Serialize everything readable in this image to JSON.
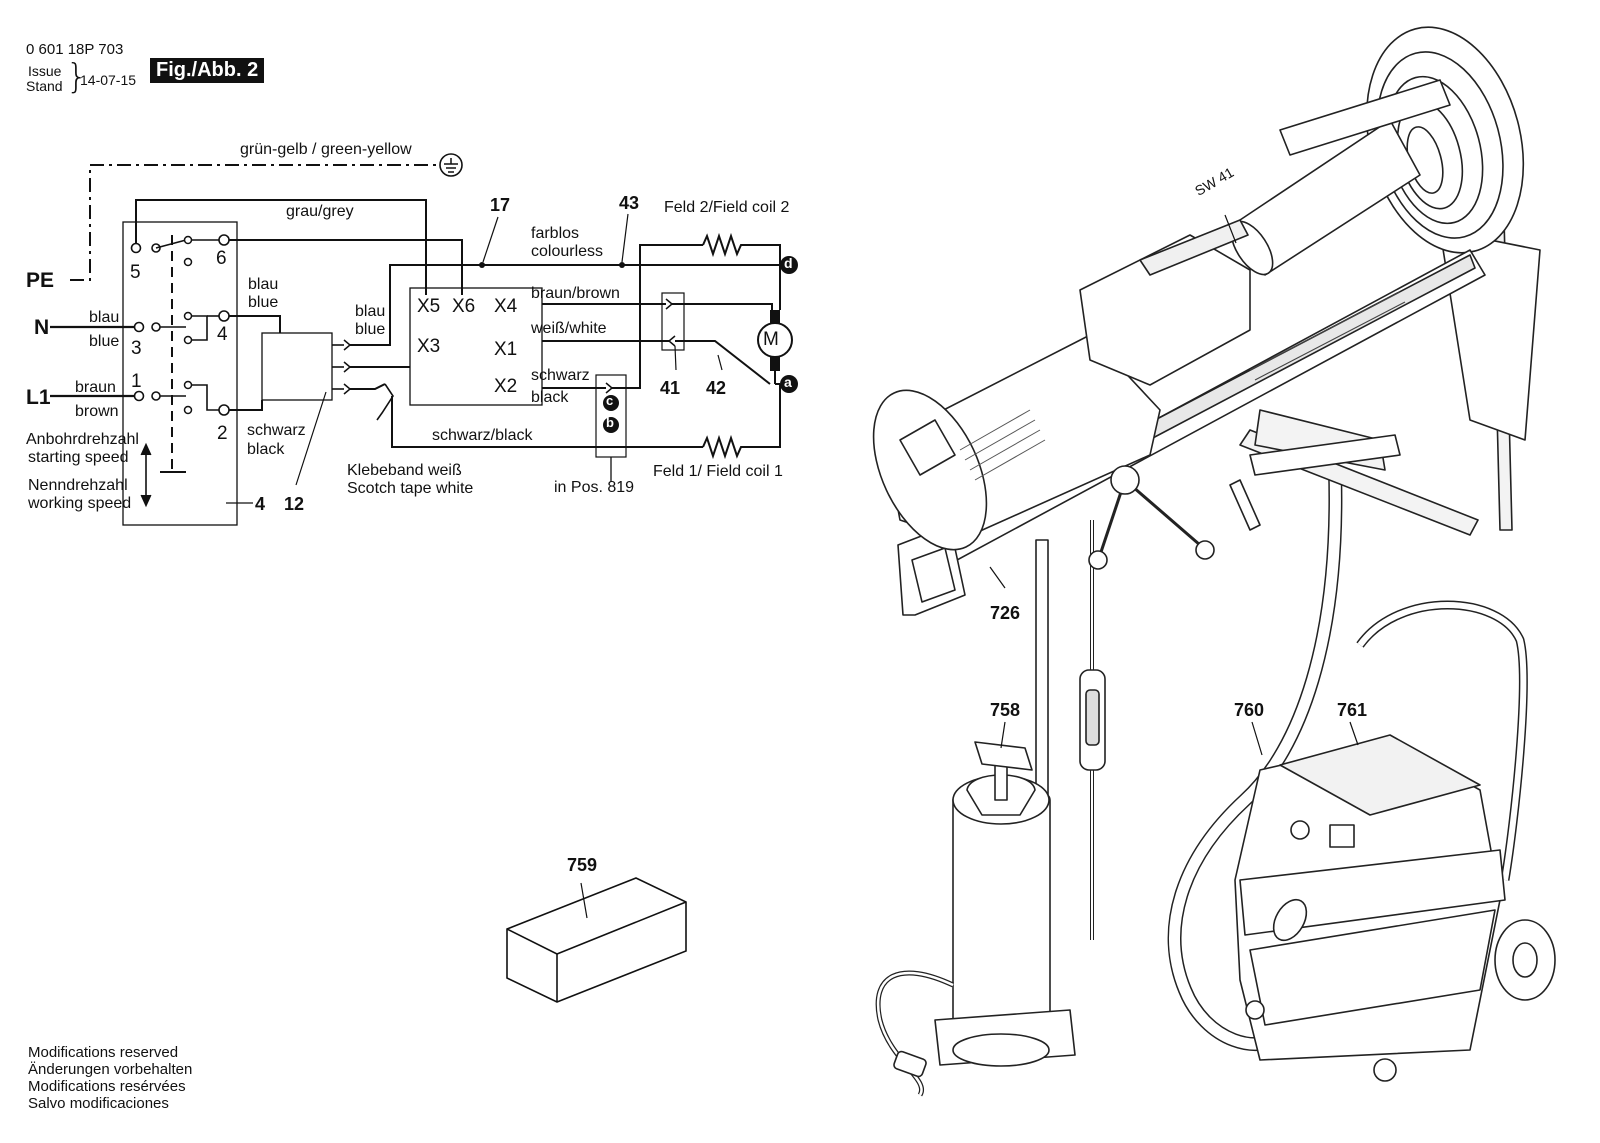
{
  "header": {
    "part_number": "0 601 18P 703",
    "issue_label": "Issue",
    "stand_label": "Stand",
    "date": "14-07-15",
    "figure": "Fig./Abb. 2"
  },
  "wiring": {
    "green_yellow": "grün-gelb / green-yellow",
    "grey": "grau/grey",
    "pe": "PE",
    "n": "N",
    "l1": "L1",
    "blau_1": "blau",
    "blue_1": "blue",
    "braun_1": "braun",
    "brown_1": "brown",
    "blau_2": "blau",
    "blue_2": "blue",
    "blau_3": "blau",
    "blue_3": "blue",
    "schwarz_1": "schwarz",
    "black_1": "black",
    "farblos": "farblos",
    "colourless": "colourless",
    "braun_brown": "braun/brown",
    "weiss_white": "weiß/white",
    "schwarz_2": "schwarz",
    "black_2": "black",
    "schwarz_black": "schwarz/black",
    "field_coil_2": "Feld 2/Field coil 2",
    "field_coil_1": "Feld 1/ Field coil 1",
    "klebeband": "Klebeband weiß",
    "scotch": "Scotch tape white",
    "in_pos": "in Pos. 819",
    "anbohr": "Anbohrdrehzahl",
    "starting": "starting speed",
    "nenn": "Nenndrehzahl",
    "working": "working speed",
    "motor": "M",
    "terminals": [
      "5",
      "6",
      "3",
      "4",
      "1",
      "2"
    ],
    "x_terms": [
      "X5",
      "X6",
      "X4",
      "X3",
      "X1",
      "X2"
    ],
    "markers": [
      "d",
      "a",
      "c",
      "b"
    ],
    "positions": [
      "17",
      "43",
      "4",
      "12",
      "41",
      "42"
    ]
  },
  "parts": {
    "sw41": "SW 41",
    "p726": "726",
    "p758": "758",
    "p760": "760",
    "p761": "761",
    "p759": "759"
  },
  "footer": {
    "lines": [
      "Modifications reserved",
      "Änderungen vorbehalten",
      "Modifications resérvées",
      "Salvo modificaciones"
    ]
  }
}
